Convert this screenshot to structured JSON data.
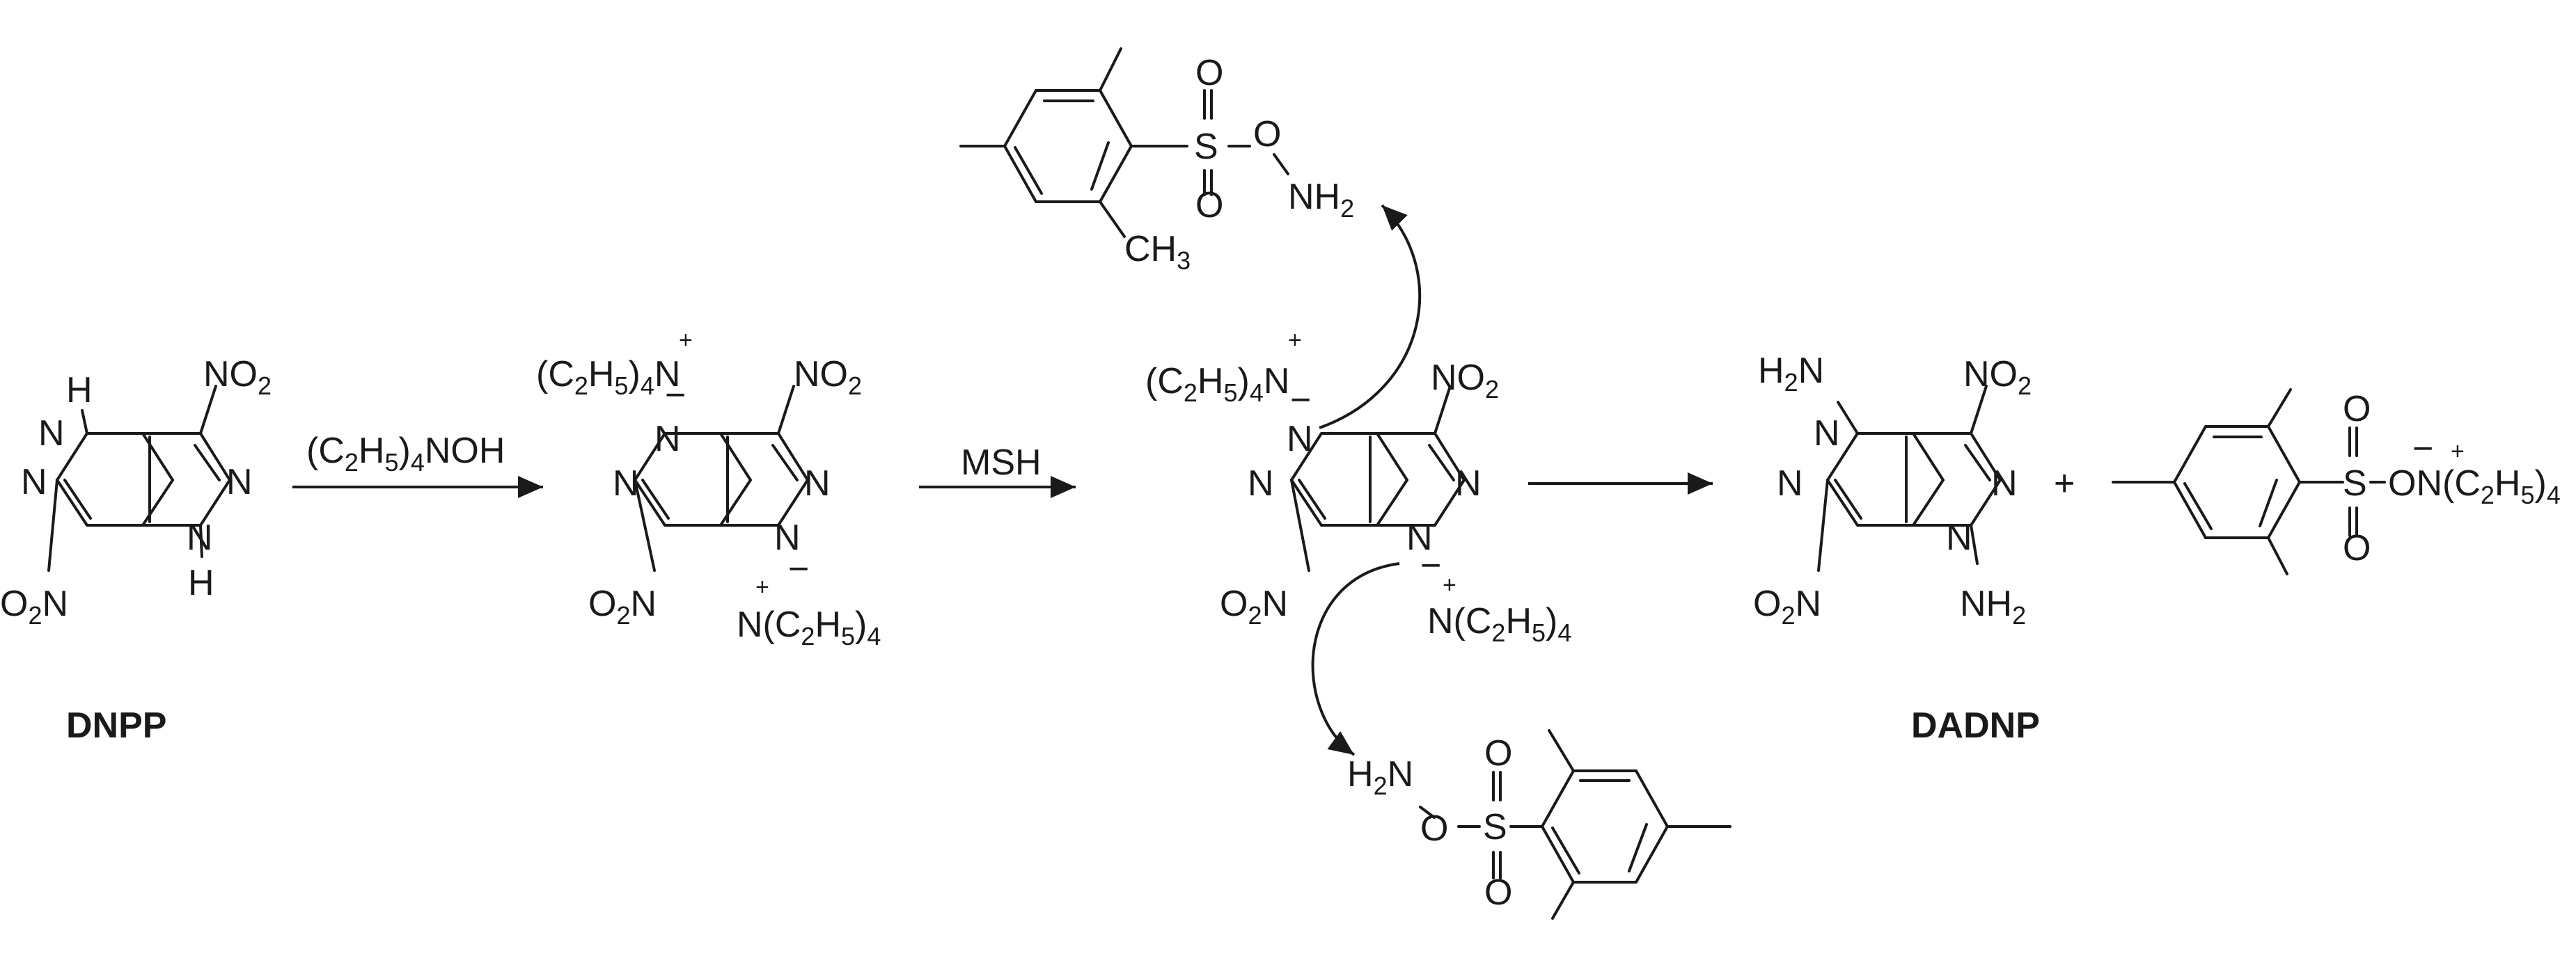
{
  "reagents": {
    "step1": "(C2H5)4NOH",
    "step2": "MSH"
  },
  "compounds": {
    "start": {
      "name": "DNPP",
      "atoms": {
        "nh": "N",
        "h": "H",
        "n": "N",
        "ring_n": "N"
      },
      "groups": {
        "no2": "NO2",
        "o2n": "O2N"
      }
    },
    "salt": {
      "cation": "(C2H5)4N",
      "cation_right": "N(C2H5)4",
      "plus": "+",
      "minus": "−"
    },
    "product": {
      "name": "DADNP",
      "groups": {
        "h2n": "H2N",
        "nh2": "NH2"
      }
    }
  },
  "reagent_structures": {
    "sulfonyl_S": "S",
    "O": "O",
    "NH2": "NH2",
    "H2N": "H2N",
    "CH3": "CH3"
  },
  "byproduct": {
    "ion_pair": "ON(C2H5)4"
  },
  "symbols": {
    "plus_sign": "+"
  }
}
